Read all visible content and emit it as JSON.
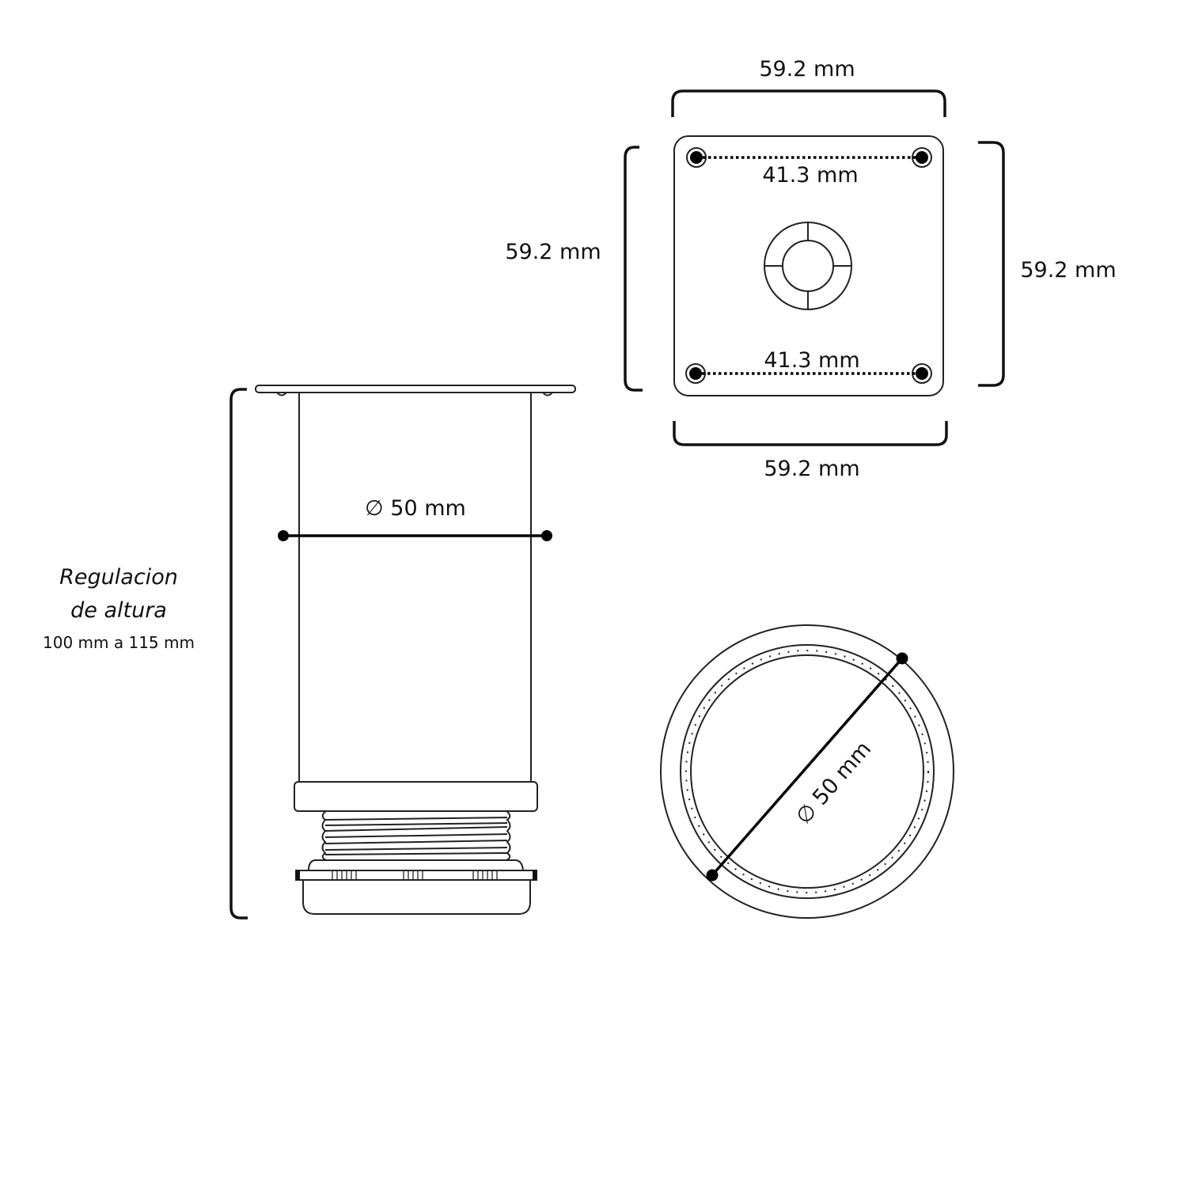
{
  "top_view": {
    "width_top": "59.2 mm",
    "width_bottom": "59.2 mm",
    "height_left": "59.2 mm",
    "height_right": "59.2 mm",
    "hole_spacing_top": "41.3 mm",
    "hole_spacing_bottom": "41.3 mm"
  },
  "side_view": {
    "diameter": "∅ 50 mm",
    "height_title_1": "Regulacion",
    "height_title_2": "de altura",
    "height_range": "100 mm a  115 mm"
  },
  "bottom_view": {
    "diameter": "∅ 50 mm"
  }
}
